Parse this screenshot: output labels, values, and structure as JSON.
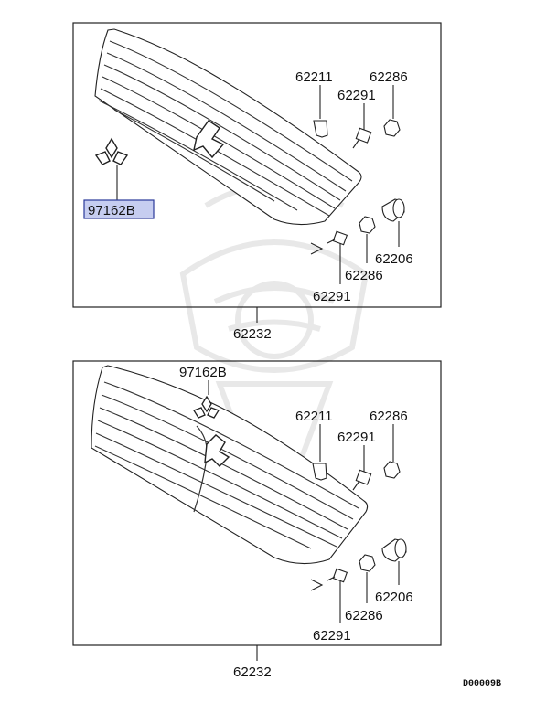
{
  "top_panel": {
    "callouts": {
      "emblem_highlighted": "97162B",
      "clip": "62211",
      "screw_upper": "62291",
      "nut_upper": "62286",
      "cap": "62206",
      "nut_lower": "62286",
      "screw_lower": "62291"
    },
    "assembly_number": "62232"
  },
  "bottom_panel": {
    "callouts": {
      "emblem": "97162B",
      "clip": "62211",
      "screw_upper": "62291",
      "nut_upper": "62286",
      "cap": "62206",
      "nut_lower": "62286",
      "screw_lower": "62291"
    },
    "assembly_number": "62232"
  },
  "diagram_code": "D00009B",
  "colors": {
    "highlight_fill": "#c6cdf0",
    "highlight_stroke": "#2b3a9a",
    "line": "#222222"
  }
}
